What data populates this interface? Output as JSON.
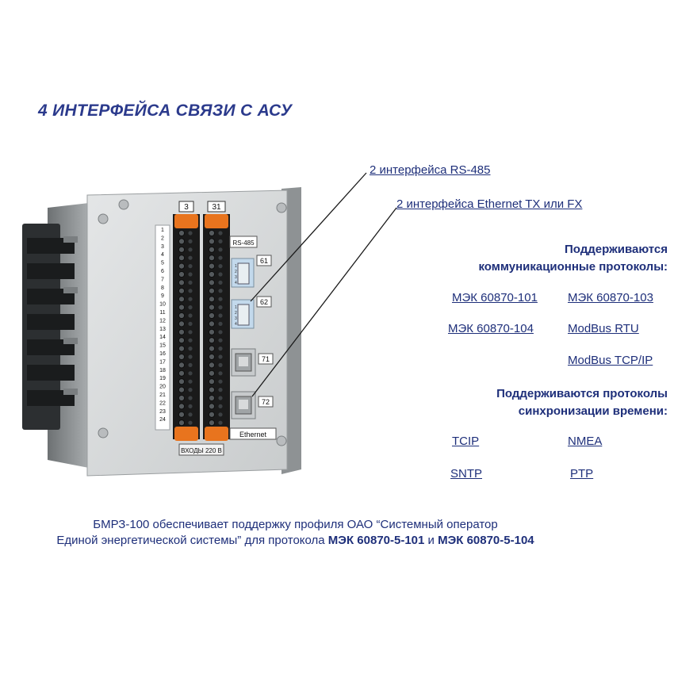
{
  "title": "4 ИНТЕРФЕЙСА СВЯЗИ С АСУ",
  "callouts": {
    "rs485": "2 интерфейса RS-485",
    "ethernet": "2 интерфейса Ethernet TX или FX"
  },
  "comm_protocols": {
    "heading_line1": "Поддерживаются",
    "heading_line2": "коммуникационные  протоколы:",
    "items": [
      "МЭК 60870-101",
      "МЭК 60870-103",
      "МЭК 60870-104",
      "ModBus RTU",
      "ModBus TCP/IP"
    ]
  },
  "sync_protocols": {
    "heading_line1": "Поддерживаются протоколы",
    "heading_line2": "синхронизации времени:",
    "items": [
      "TCIP",
      "NMEA",
      "SNTP",
      "PTP"
    ]
  },
  "device": {
    "block_left_number": "3",
    "block_right_number": "31",
    "rs485_label": "RS-485",
    "port_labels": [
      "61",
      "62",
      "71",
      "72"
    ],
    "ethernet_label": "Ethernet",
    "inputs_label": "ВХОДЫ 220 В",
    "terminal_numbers": [
      "1",
      "2",
      "3",
      "4",
      "5",
      "6",
      "7",
      "8",
      "9",
      "10",
      "11",
      "12",
      "13",
      "14",
      "15",
      "16",
      "17",
      "18",
      "19",
      "20",
      "21",
      "22",
      "23",
      "24"
    ],
    "port_pin_numbers": [
      "1",
      "2",
      "3",
      "4"
    ]
  },
  "footer": {
    "line1": "БМРЗ-100 обеспечивает поддержку профиля ОАО “Системный оператор",
    "line2_prefix": "Единой энергетической системы” для протокола ",
    "line2_bold1": "МЭК 60870-5-101",
    "line2_mid": " и ",
    "line2_bold2": "МЭК 60870-5-104"
  },
  "colors": {
    "text_blue": "#1e2f7a",
    "title_blue": "#2b3a8c",
    "panel_gray": "#d7d9da",
    "terminal_orange": "#e8741e",
    "terminal_black": "#1a1a1a"
  }
}
